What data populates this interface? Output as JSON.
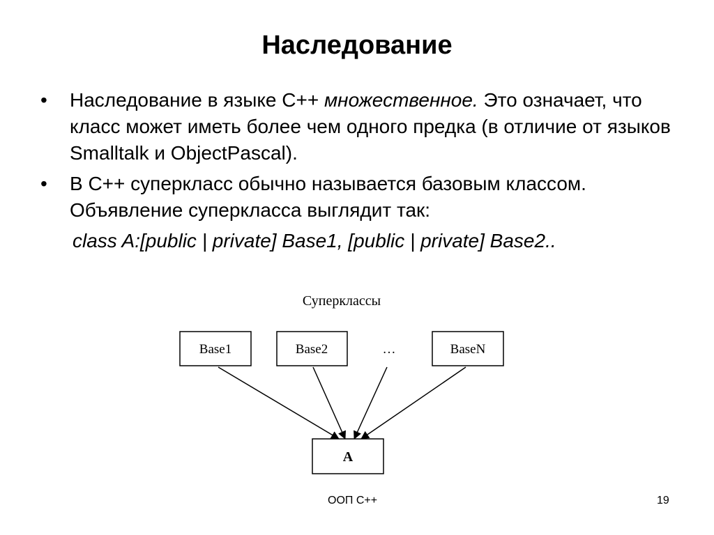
{
  "slide": {
    "title": "Наследование",
    "bullets": [
      {
        "text_before": "Наследование в языке С++ ",
        "text_italic": "множественное.",
        "text_after": " Это означает, что класс может иметь более чем одного предка (в отличие от языков Smalltalk и ObjectPascal)."
      },
      {
        "text": "В С++ суперкласс обычно называется базовым классом. Объявление суперкласса выглядит так:"
      }
    ],
    "code_line": "class A:[public | private] Base1, [public | private] Base2..",
    "bullet_symbol": "•"
  },
  "diagram": {
    "caption": "Суперклассы",
    "bases": [
      "Base1",
      "Base2",
      "BaseN"
    ],
    "ellipsis": "…",
    "derived": "A"
  },
  "footer": {
    "center": "ООП С++",
    "page_number": "19"
  }
}
